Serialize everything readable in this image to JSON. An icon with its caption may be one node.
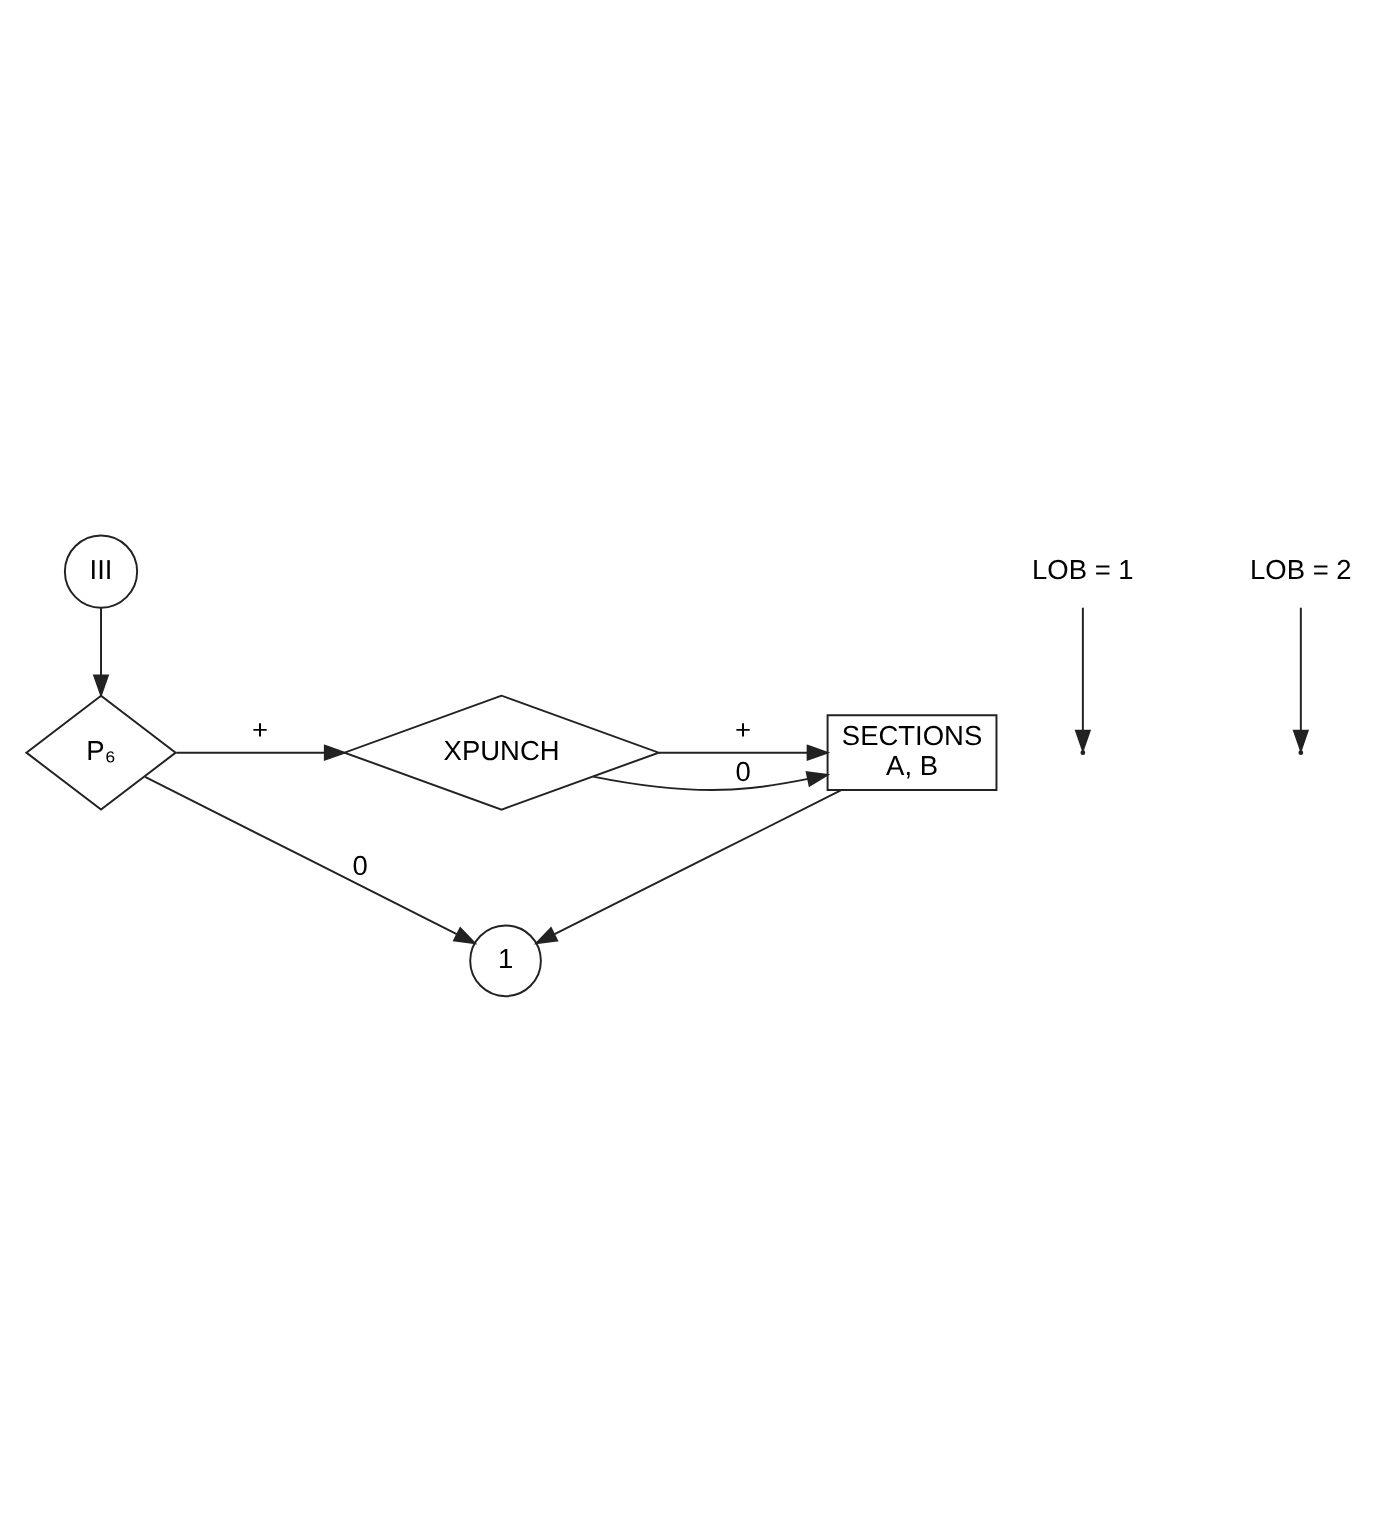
{
  "diagram": {
    "nodes": [
      {
        "text": [
          "III"
        ]
      },
      {
        "text": [
          "P₆"
        ]
      },
      {
        "text": [
          "XPUNCH"
        ]
      },
      {
        "text": [
          "SECTIONS",
          "A, B"
        ]
      },
      {
        "text": [
          "1"
        ]
      },
      {
        "text": [
          "LOB = 1"
        ]
      },
      {
        "text": [
          "LOB = 2"
        ]
      }
    ],
    "edges": [
      {
        "from": 0,
        "to": 1,
        "arrow": "to"
      },
      {
        "from": 1,
        "to": 2,
        "arrow": "to",
        "label": "+"
      },
      {
        "from": 2,
        "to": 3,
        "arrow": "to",
        "label": "0"
      },
      {
        "from": 2,
        "to": 3,
        "arrow": "to",
        "label": "+"
      },
      {
        "from": 3,
        "to": 4,
        "arrow": "to"
      },
      {
        "from": 1,
        "to": 4,
        "arrow": "to",
        "label": "0"
      },
      {
        "from": 5,
        "to": null,
        "arrow": "to"
      },
      {
        "from": 6,
        "to": null,
        "arrow": "to"
      }
    ]
  }
}
